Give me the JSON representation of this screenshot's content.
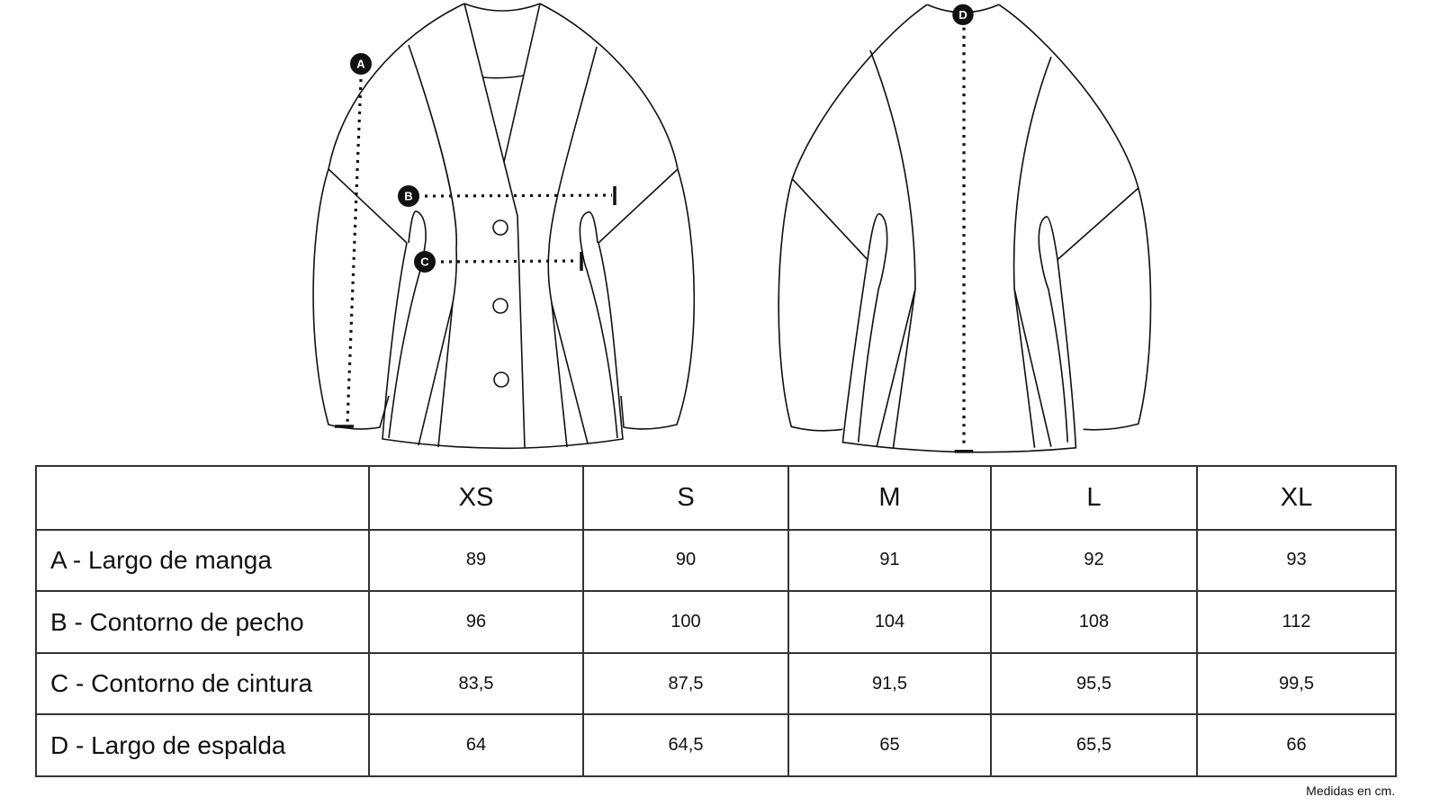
{
  "diagram": {
    "markers": {
      "a": "A",
      "b": "B",
      "c": "C",
      "d": "D"
    }
  },
  "table": {
    "corner": "",
    "sizes": [
      "XS",
      "S",
      "M",
      "L",
      "XL"
    ],
    "rows": [
      {
        "label": "A - Largo de manga",
        "values": [
          "89",
          "90",
          "91",
          "92",
          "93"
        ]
      },
      {
        "label": "B - Contorno de pecho",
        "values": [
          "96",
          "100",
          "104",
          "108",
          "112"
        ]
      },
      {
        "label": "C - Contorno de cintura",
        "values": [
          "83,5",
          "87,5",
          "91,5",
          "95,5",
          "99,5"
        ]
      },
      {
        "label": "D - Largo de espalda",
        "values": [
          "64",
          "64,5",
          "65",
          "65,5",
          "66"
        ]
      }
    ]
  },
  "footnote": "Medidas en cm."
}
